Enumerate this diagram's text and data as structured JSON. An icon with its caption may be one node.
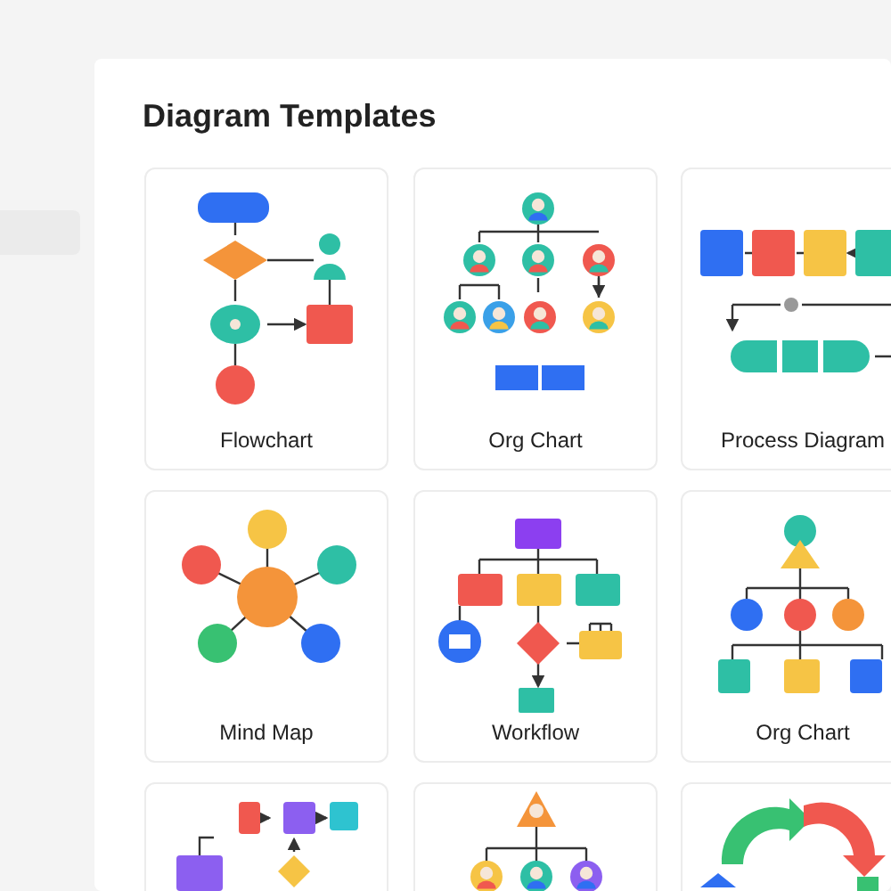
{
  "diagram": {
    "title": "Diagram Templates",
    "nodes": [
      {
        "text": [
          "Flowchart"
        ]
      },
      {
        "text": [
          "Org Chart"
        ]
      },
      {
        "text": [
          "Process Diagram"
        ]
      },
      {
        "text": [
          "Mind Map"
        ]
      },
      {
        "text": [
          "Workflow"
        ]
      },
      {
        "text": [
          "Org Chart"
        ]
      },
      {
        "text": [],
        "shape": "box"
      },
      {
        "text": [],
        "shape": "box"
      },
      {
        "text": [],
        "shape": "box"
      }
    ]
  }
}
